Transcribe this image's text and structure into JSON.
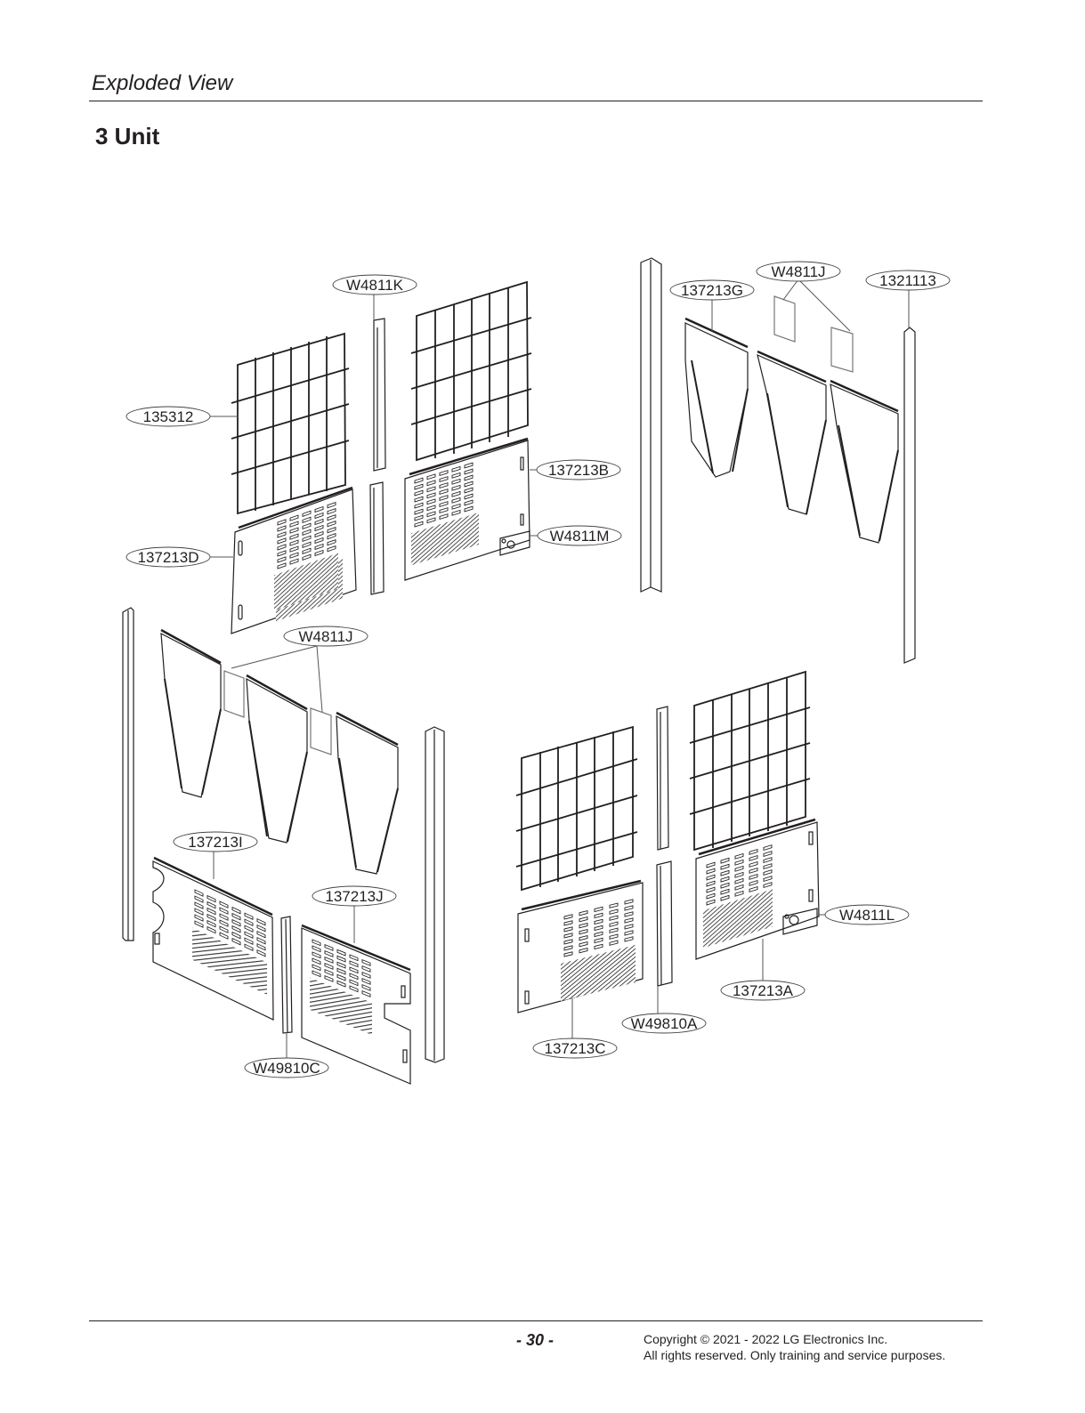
{
  "header": {
    "section_title": "Exploded View",
    "unit_title": "3 Unit"
  },
  "diagram": {
    "callouts": [
      {
        "id": "W4811K",
        "label": "W4811K"
      },
      {
        "id": "W4811J_top",
        "label": "W4811J"
      },
      {
        "id": "137213G",
        "label": "137213G"
      },
      {
        "id": "1321113",
        "label": "1321113"
      },
      {
        "id": "135312",
        "label": "135312"
      },
      {
        "id": "137213B",
        "label": "137213B"
      },
      {
        "id": "W4811M",
        "label": "W4811M"
      },
      {
        "id": "137213D",
        "label": "137213D"
      },
      {
        "id": "W4811J_mid",
        "label": "W4811J"
      },
      {
        "id": "137213I",
        "label": "137213I"
      },
      {
        "id": "137213J",
        "label": "137213J"
      },
      {
        "id": "W49810C",
        "label": "W49810C"
      },
      {
        "id": "W4811L",
        "label": "W4811L"
      },
      {
        "id": "137213A",
        "label": "137213A"
      },
      {
        "id": "W49810A",
        "label": "W49810A"
      },
      {
        "id": "137213C",
        "label": "137213C"
      }
    ]
  },
  "footer": {
    "page_number": "- 30 -",
    "copyright_line1": "Copyright © 2021 - 2022 LG Electronics Inc.",
    "copyright_line2": "All rights reserved. Only training and service purposes."
  }
}
